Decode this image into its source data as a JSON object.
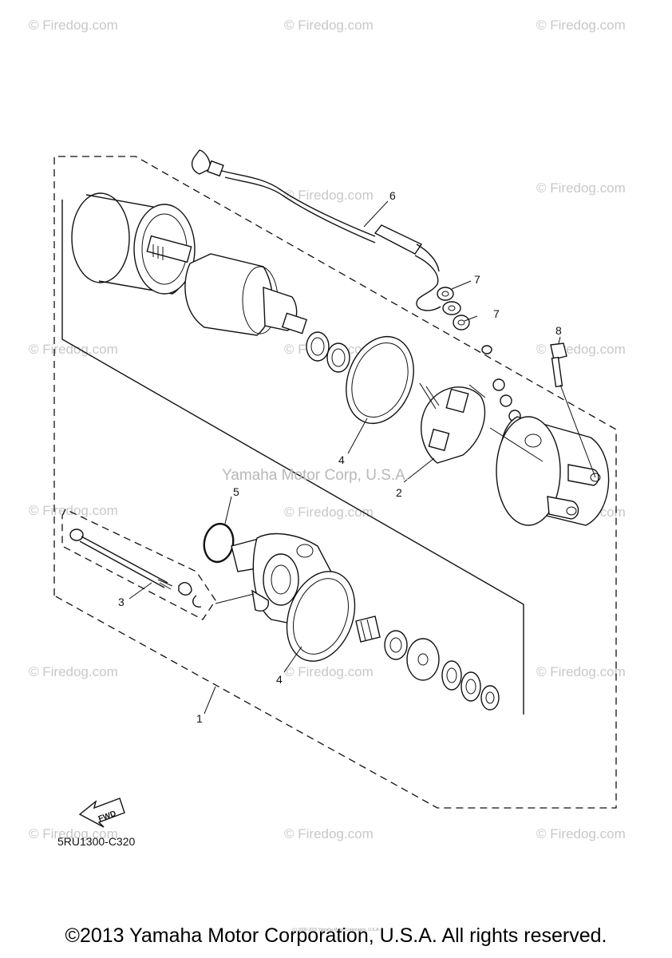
{
  "watermark": "© Firedog.com",
  "center_watermark": "Yamaha Motor Corp, U.S.A.",
  "callouts": [
    "1",
    "2",
    "3",
    "4",
    "4",
    "5",
    "6",
    "7",
    "7",
    "8"
  ],
  "fwd_label": "FWD",
  "diagram_code": "5RU1300-C320",
  "fine_print": "(c) 2000-2015 Yamaha Motor Corporation, U.S.A.",
  "footer": "©2013 Yamaha Motor Corporation, U.S.A. All rights reserved."
}
